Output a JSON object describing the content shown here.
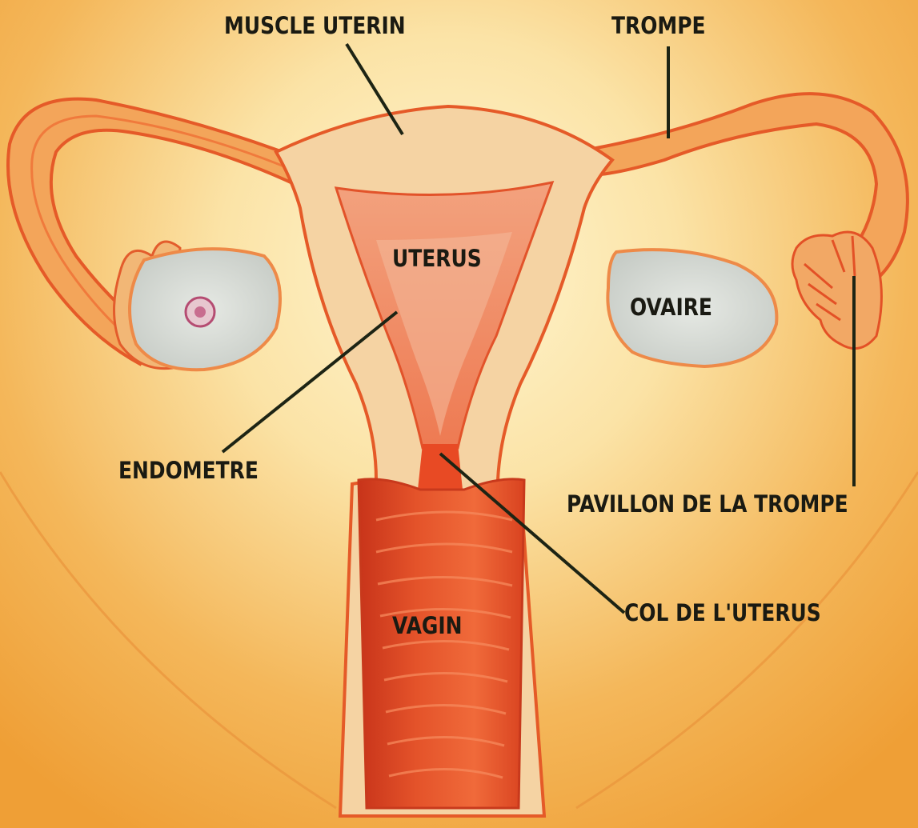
{
  "diagram": {
    "labels": {
      "muscle_uterin": "MUSCLE UTERIN",
      "trompe": "TROMPE",
      "uterus": "UTERUS",
      "ovaire": "OVAIRE",
      "endometre": "ENDOMETRE",
      "pavillon": "PAVILLON DE LA TROMPE",
      "col": "COL DE L'UTERUS",
      "vagin": "VAGIN"
    },
    "colors": {
      "background_light": "#fff3c6",
      "background_dark": "#f3a93f",
      "tissue_light": "#f6d4a6",
      "tissue_outline": "#e8582a",
      "cavity": "#f0906a",
      "vagina_red": "#e44a24",
      "ovary": "#d9ddd9",
      "leader_line": "#1d2414"
    }
  }
}
